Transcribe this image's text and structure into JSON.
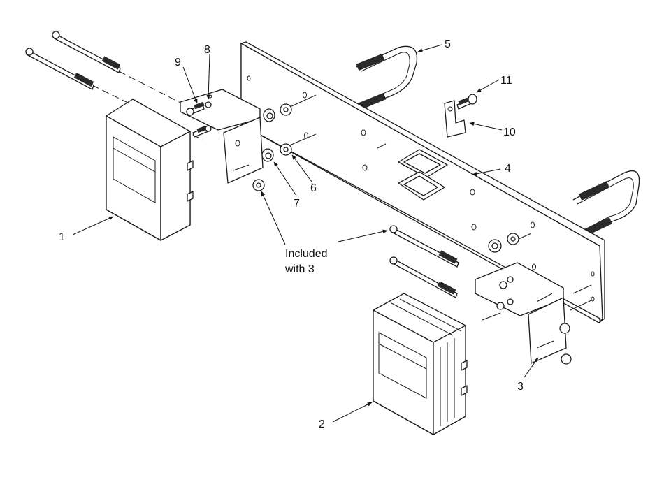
{
  "callouts": {
    "c1": "1",
    "c2": "2",
    "c3": "3",
    "c4": "4",
    "c5": "5",
    "c6": "6",
    "c7": "7",
    "c8": "8",
    "c9": "9",
    "c10": "10",
    "c11": "11"
  },
  "note": {
    "line1": "Included",
    "line2": "with 3"
  }
}
